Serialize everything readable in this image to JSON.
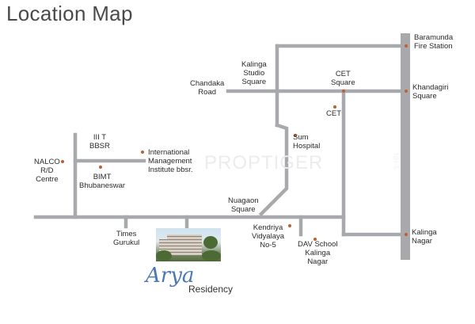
{
  "title": "Location Map",
  "watermark": "PROPTIGER",
  "highway_label": "NH-5",
  "colors": {
    "road": "#a7a9ac",
    "marker": "#c06030",
    "brand": "#4a78b5",
    "title": "#4a4a4a"
  },
  "places": {
    "baramunda": "Baramunda\nFire Station",
    "kalinga_studio": "Kalinga\nStudio\nSquare",
    "cet_square": "CET\nSquare",
    "khandagiri": "Khandagiri\nSquare",
    "chandaka": "Chandaka\nRoad",
    "cet": "CET",
    "sum_hospital": "Sum\nHospital",
    "iiit": "III T\nBBSR",
    "imi": "International\nManagement\nInstitute bbsr.",
    "nalco": "NALCO\nR/D\nCentre",
    "bimt": "BIMT\nBhubaneswar",
    "nuagaon": "Nuagaon\nSquare",
    "kendriya": "Kendriya\nVidyalaya\nNo-5",
    "dav": "DAV School\nKalinga\nNagar",
    "kalinga_nagar": "Kalinga\nNagar",
    "times_gurukul": "Times\nGurukul"
  },
  "project": {
    "name": "Arya",
    "suffix": "Residency"
  },
  "icons": {
    "marker": "place-marker-icon",
    "photo": "project-building-photo"
  }
}
